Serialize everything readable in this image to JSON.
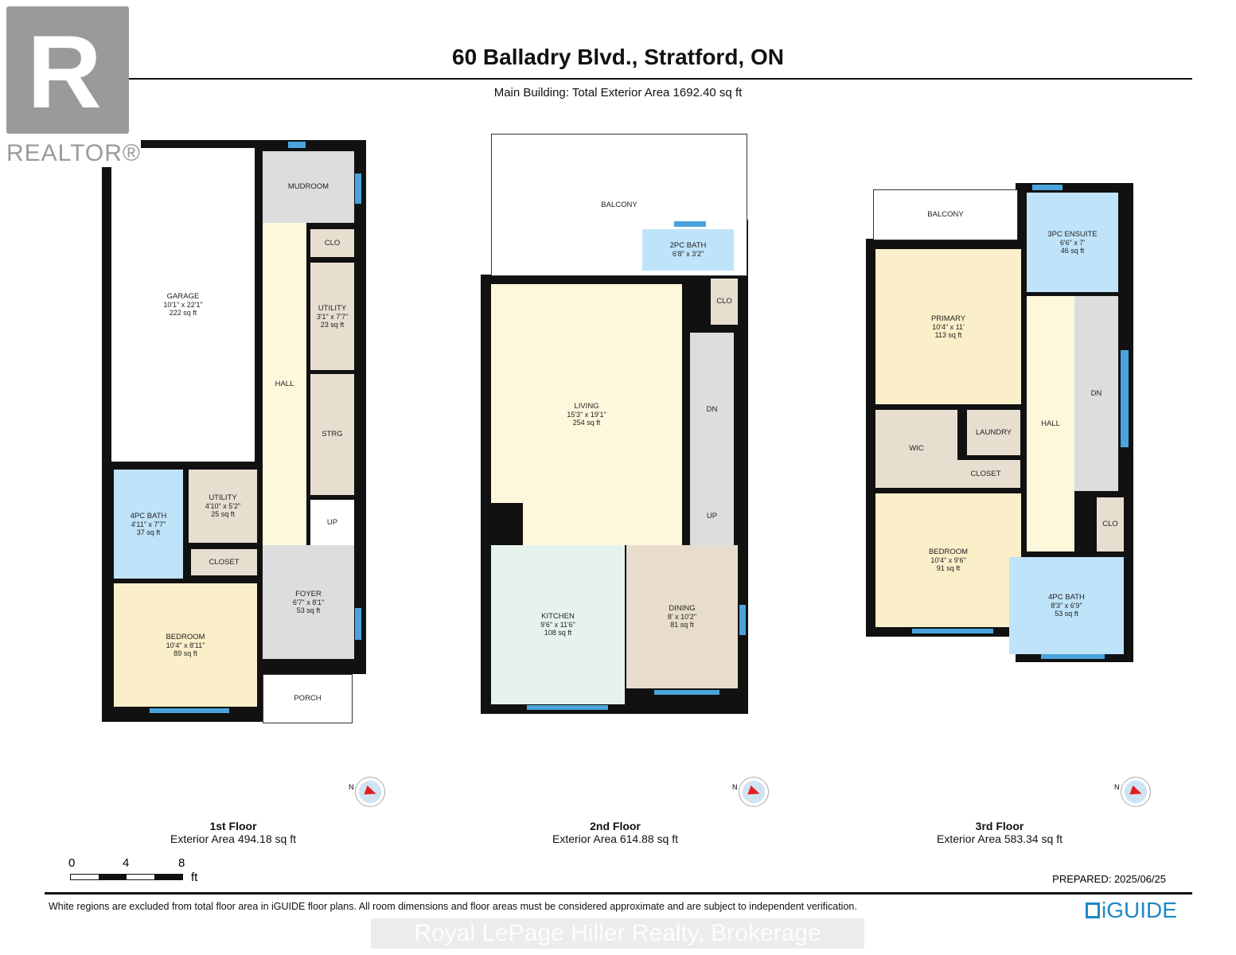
{
  "header": {
    "title": "60 Balladry Blvd., Stratford, ON",
    "subtitle": "Main Building: Total Exterior Area 1692.40 sq ft"
  },
  "logo": {
    "realtor": "REALTOR®",
    "iguide": "iGUIDE",
    "iguide_color": "#1e88c8"
  },
  "colors": {
    "wall": "#111111",
    "window": "#4aa3dc",
    "bedroom": "#fbefc9",
    "hall": "#fdf7dc",
    "bath": "#bfe3f9",
    "closet": "#e8ded0",
    "grey": "#dddddd",
    "kitchen": "#e6f2ec",
    "dining": "#e8ddcc"
  },
  "floors": [
    {
      "name": "1st Floor",
      "area": "Exterior Area 494.18 sq ft",
      "rooms": [
        {
          "name": "GARAGE",
          "dims": "10'1\" x 22'1\"",
          "area": "222 sq ft",
          "fill": "#ffffff"
        },
        {
          "name": "MUDROOM",
          "fill": "#dddddd"
        },
        {
          "name": "HALL",
          "fill": "#fdf7dc"
        },
        {
          "name": "CLO",
          "fill": "#e8ded0"
        },
        {
          "name": "UTILITY",
          "dims": "3'1\" x 7'7\"",
          "area": "23 sq ft",
          "fill": "#e8ded0"
        },
        {
          "name": "STRG",
          "fill": "#e8ded0"
        },
        {
          "name": "UP",
          "fill": "#ffffff"
        },
        {
          "name": "4PC BATH",
          "dims": "4'11\" x 7'7\"",
          "area": "37 sq ft",
          "fill": "#bfe3f9"
        },
        {
          "name": "UTILITY",
          "dims": "4'10\" x 5'2\"",
          "area": "25 sq ft",
          "fill": "#e8ded0"
        },
        {
          "name": "CLOSET",
          "fill": "#e8ded0"
        },
        {
          "name": "BEDROOM",
          "dims": "10'4\" x 8'11\"",
          "area": "89 sq ft",
          "fill": "#fbefc9"
        },
        {
          "name": "FOYER",
          "dims": "6'7\" x 8'1\"",
          "area": "53 sq ft",
          "fill": "#dddddd"
        },
        {
          "name": "PORCH",
          "fill": "#ffffff"
        }
      ]
    },
    {
      "name": "2nd Floor",
      "area": "Exterior Area 614.88 sq ft",
      "rooms": [
        {
          "name": "BALCONY",
          "fill": "#ffffff"
        },
        {
          "name": "2PC BATH",
          "dims": "6'8\" x 3'2\"",
          "area": "",
          "fill": "#bfe3f9"
        },
        {
          "name": "LIVING",
          "dims": "15'3\" x 19'1\"",
          "area": "254 sq ft",
          "fill": "#fdf7dc"
        },
        {
          "name": "CLO",
          "fill": "#e8ded0"
        },
        {
          "name": "DN",
          "fill": "#dddddd"
        },
        {
          "name": "KITCHEN",
          "dims": "9'6\" x 11'6\"",
          "area": "108 sq ft",
          "fill": "#e6f2ec"
        },
        {
          "name": "DINING",
          "dims": "8' x 10'2\"",
          "area": "81 sq ft",
          "fill": "#e8ddcc"
        },
        {
          "name": "UP",
          "fill": "#dddddd"
        }
      ]
    },
    {
      "name": "3rd Floor",
      "area": "Exterior Area 583.34 sq ft",
      "rooms": [
        {
          "name": "BALCONY",
          "fill": "#ffffff"
        },
        {
          "name": "3PC ENSUITE",
          "dims": "6'6\" x 7'",
          "area": "46 sq ft",
          "fill": "#bfe3f9"
        },
        {
          "name": "PRIMARY",
          "dims": "10'4\" x 11'",
          "area": "113 sq ft",
          "fill": "#fbefc9"
        },
        {
          "name": "WIC",
          "fill": "#e8ded0"
        },
        {
          "name": "LAUNDRY",
          "fill": "#e8ded0"
        },
        {
          "name": "CLOSET",
          "fill": "#e8ded0"
        },
        {
          "name": "BEDROOM",
          "dims": "10'4\" x 9'6\"",
          "area": "91 sq ft",
          "fill": "#fbefc9"
        },
        {
          "name": "HALL",
          "fill": "#fdf7dc"
        },
        {
          "name": "DN",
          "fill": "#dddddd"
        },
        {
          "name": "CLO",
          "fill": "#e8ded0"
        },
        {
          "name": "4PC BATH",
          "dims": "8'3\" x 6'9\"",
          "area": "53 sq ft",
          "fill": "#bfe3f9"
        }
      ]
    }
  ],
  "compass": {
    "label": "N",
    "icon": "compass-north-icon"
  },
  "scale": {
    "ticks": [
      "0",
      "4",
      "8"
    ],
    "unit": "ft"
  },
  "prepared": "PREPARED: 2025/06/25",
  "footer": {
    "disclaimer": "White regions are excluded from total floor area in iGUIDE floor plans. All room dimensions and floor areas must be considered approximate and are subject to independent verification.",
    "watermark": "Royal LePage Hiller Realty, Brokerage"
  }
}
